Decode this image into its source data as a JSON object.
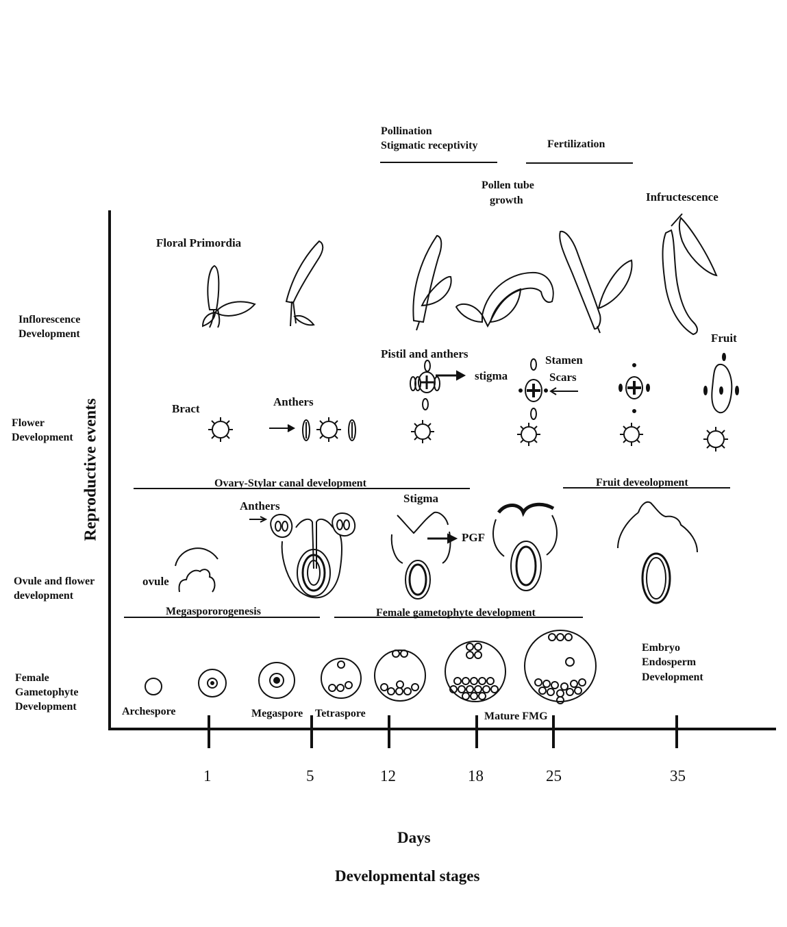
{
  "pollination": "Pollination",
  "stigmatic_receptivity": "Stigmatic receptivity",
  "fertilization": "Fertilization",
  "pollen_tube_1": "Pollen tube",
  "pollen_tube_2": "growth",
  "infructescence": "Infructescence",
  "floral_primordia": "Floral Primordia",
  "rows": {
    "inflorescence_1": "Inflorescence",
    "inflorescence_2": "Development",
    "flower_1": "Flower",
    "flower_2": "Development",
    "ovule_1": "Ovule and flower",
    "ovule_2": "development",
    "female_1": "Female",
    "female_2": "Gametophyte",
    "female_3": "Development"
  },
  "y_axis_label": "Reproductive events",
  "fruit": "Fruit",
  "pistil_anthers": "Pistil and anthers",
  "stigma_small": "stigma",
  "stamen": "Stamen",
  "scars": "Scars",
  "bract": "Bract",
  "anthers_1": "Anthers",
  "ovary_stylar": "Ovary-Stylar canal development",
  "fruit_development": "Fruit deveolopment",
  "anthers_2": "Anthers",
  "stigma": "Stigma",
  "pgf": "PGF",
  "ovule": "ovule",
  "megasporogenesis": "Megaspororogenesis",
  "female_gametophyte_dev": "Female gametophyte development",
  "embryo_1": "Embryo",
  "embryo_2": "Endosperm",
  "embryo_3": "Development",
  "archespore": "Archespore",
  "megaspore": "Megaspore",
  "tetraspore": "Tetraspore",
  "mature_fmg": "Mature FMG",
  "x_ticks": [
    "1",
    "5",
    "12",
    "18",
    "25",
    "35"
  ],
  "x_axis_label": "Days",
  "x_axis_title": "Developmental stages"
}
